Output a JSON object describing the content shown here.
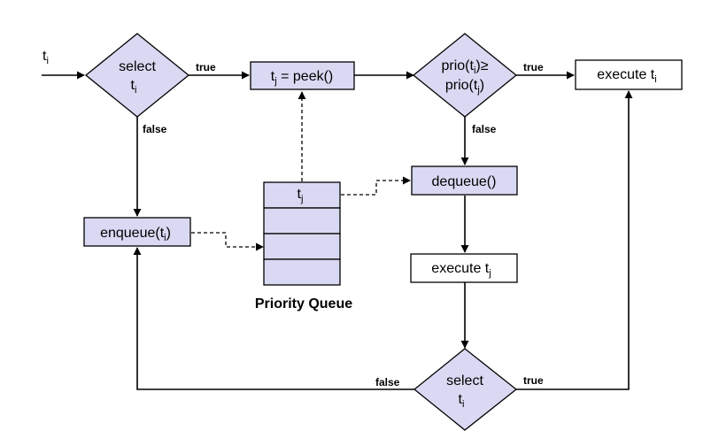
{
  "colors": {
    "fill": "#d9d9f3",
    "stroke": "#000000",
    "white": "#ffffff"
  },
  "input_label": {
    "base": "t",
    "sub": "i"
  },
  "select_top": {
    "line1": "select",
    "base": "t",
    "sub": "i"
  },
  "peek": {
    "pre": "t",
    "sub": "j",
    "post": " = peek()"
  },
  "prio": {
    "l1_pre": "prio(t",
    "l1_sub": "i",
    "l1_post": ")≥",
    "l2_pre": "prio(t",
    "l2_sub": "j",
    "l2_post": ")"
  },
  "execute_i": {
    "pre": "execute t",
    "sub": "i"
  },
  "dequeue": {
    "label": "dequeue()"
  },
  "enqueue": {
    "pre": "enqueue(t",
    "sub": "i",
    "post": ")"
  },
  "queue": {
    "top_base": "t",
    "top_sub": "j",
    "caption": "Priority Queue"
  },
  "execute_j": {
    "pre": "execute t",
    "sub": "j"
  },
  "select_bottom": {
    "line1": "select",
    "base": "t",
    "sub": "i"
  },
  "edges": {
    "true": "true",
    "false": "false"
  }
}
